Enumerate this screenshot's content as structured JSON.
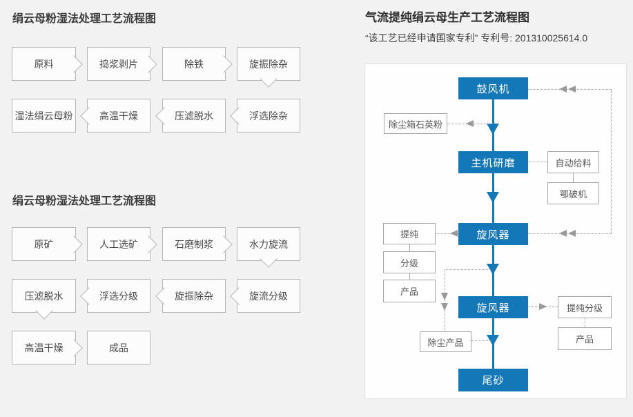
{
  "colors": {
    "accent_blue": "#1377b8",
    "flow_box_border": "#b6b6b6",
    "panel_border": "#e2e2e2",
    "connector_gray": "#a0a0a0",
    "page_background": "#f2f2f2"
  },
  "chart1": {
    "title": "绢云母粉湿法处理工艺流程图",
    "row1": [
      "原料",
      "捣浆剥片",
      "除铁",
      "旋振除杂"
    ],
    "row2": [
      "湿法绢云母粉",
      "高温干燥",
      "压滤脱水",
      "浮选除杂"
    ]
  },
  "chart2": {
    "title": "绢云母粉湿法处理工艺流程图",
    "row1": [
      "原矿",
      "人工选矿",
      "石磨制浆",
      "水力旋流"
    ],
    "row2": [
      "压滤脱水",
      "浮选分级",
      "旋振除杂",
      "旋流分级"
    ],
    "row3": [
      "高温干燥",
      "成品"
    ]
  },
  "chart3": {
    "title": "气流提纯绢云母生产工艺流程图",
    "subtitle_quote": "“该工艺已经申请国家专利”",
    "subtitle_patent": "专利号: 201310025614.0",
    "nodes": {
      "blower": "鼓风机",
      "dust_box": "除尘箱石英粉",
      "main_mill": "主机研磨",
      "auto_feeder": "自动给料",
      "jaw_crusher": "鄂破机",
      "cyclone1": "旋风器",
      "purify": "提纯",
      "classify": "分级",
      "product_left": "产品",
      "cyclone2": "旋风器",
      "purify_classify": "提纯分级",
      "product_right": "产品",
      "dust_product": "除尘产品",
      "tailings": "尾砂"
    }
  }
}
